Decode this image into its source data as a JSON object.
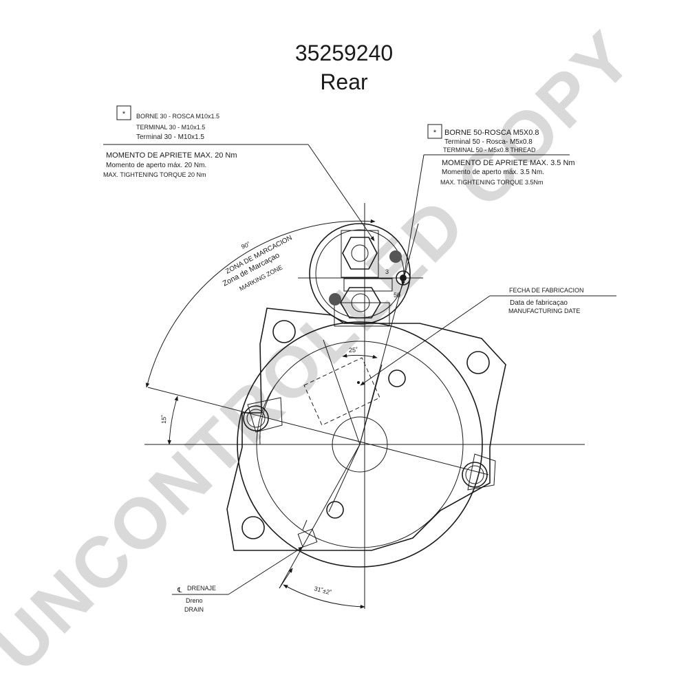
{
  "header": {
    "part_number": "35259240",
    "view": "Rear"
  },
  "watermark": "UNCONTROLLED COPY",
  "terminal_30": {
    "marker": "*",
    "line1": "BORNE 30 - ROSCA M10x1.5",
    "line2": "TERMINAL 30 - M10x1.5",
    "line3": "Terminal 30 - M10x1.5",
    "torque_es": "MOMENTO DE APRIETE MAX. 20 Nm",
    "torque_pt": "Momento de aperto máx. 20 Nm.",
    "torque_en": "MAX. TIGHTENING TORQUE 20 Nm"
  },
  "terminal_50": {
    "marker": "*",
    "line1": "BORNE 50-ROSCA M5X0.8",
    "line2": "Terminal 50 - Rosca- M5x0.8",
    "line3": "TERMINAL 50 - M5x0.8 THREAD",
    "torque_es": "MOMENTO DE APRIETE MAX. 3.5 Nm",
    "torque_pt": "Momento de aperto máx. 3.5 Nm.",
    "torque_en": "MAX. TIGHTENING TORQUE 3.5Nm",
    "small_label": "50"
  },
  "marking_zone": {
    "angle": "90˚",
    "es": "ZONA DE MARCACION",
    "pt": "Zona de Marcaçao",
    "en": "MARKING ZONE"
  },
  "manufacturing_date": {
    "es": "FECHA DE FABRICACION",
    "pt": "Data de fabricaçao",
    "en": "MANUFACTURING DATE"
  },
  "angles": {
    "a25": "25˚",
    "a15": "15˚",
    "a31": "31˚±2˚"
  },
  "drain": {
    "symbol": "℄",
    "es": "DRENAJE",
    "pt": "Dreno",
    "en": "DRAIN"
  },
  "terminal_small": "3"
}
